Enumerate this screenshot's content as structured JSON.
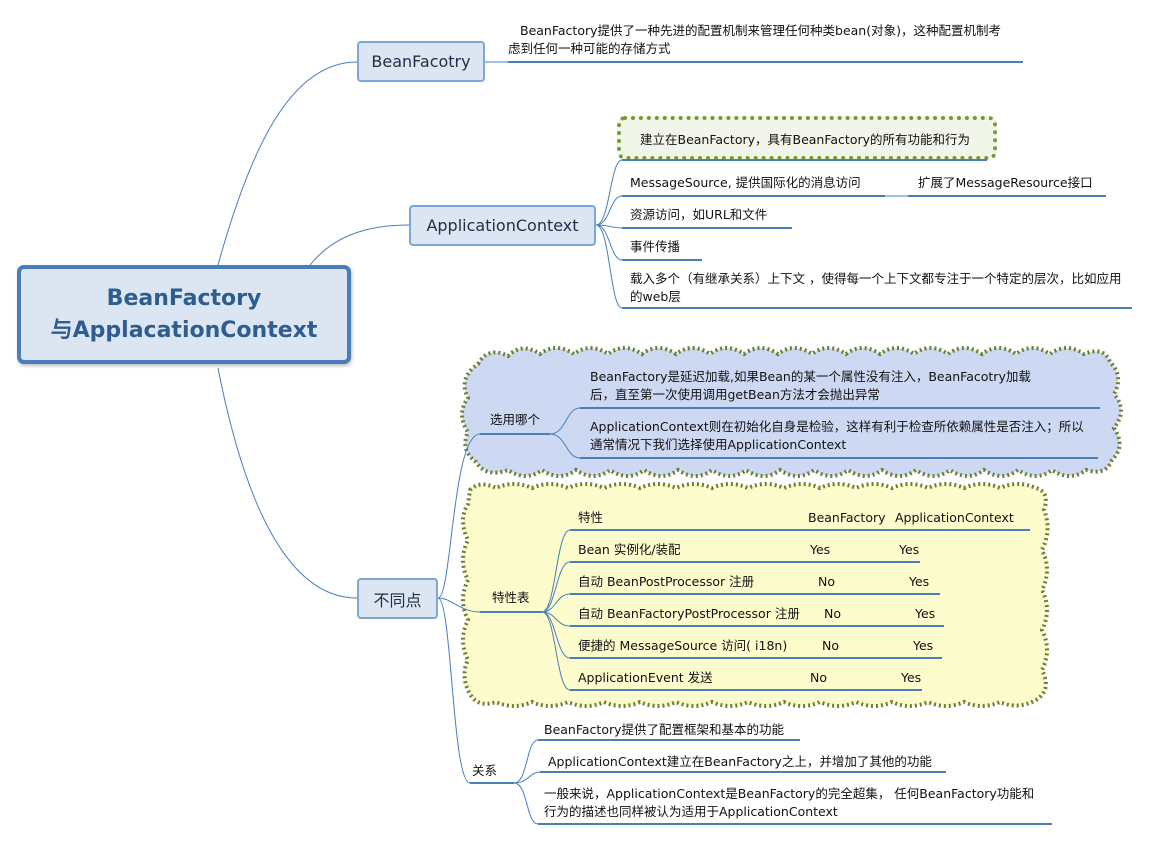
{
  "root": {
    "line1": "BeanFactory",
    "line2": "与ApplacationContext"
  },
  "branch_beanfactory": {
    "label": "BeanFacotry",
    "desc_line1": "BeanFactory提供了一种先进的配置机制来管理任何种类bean(对象)，这种配置机制考",
    "desc_line2": "虑到任何一种可能的存储方式"
  },
  "branch_appcontext": {
    "label": "ApplicationContext",
    "items": [
      "建立在BeanFactory，具有BeanFactory的所有功能和行为",
      "MessageSource, 提供国际化的消息访问",
      "资源访问，如URL和文件",
      "事件传播",
      "载入多个（有继承关系）上下文 ，使得每一个上下文都专注于一个特定的层次，比如应用的web层"
    ],
    "sub_note": "扩展了MessageResource接口"
  },
  "branch_diff": {
    "label": "不同点",
    "choose": {
      "label": "选用哪个",
      "items": [
        "BeanFactory是延迟加载,如果Bean的某一个属性没有注入，BeanFacotry加载后，直至第一次使用调用getBean方法才会抛出异常",
        "ApplicationContext则在初始化自身是检验，这样有利于检查所依赖属性是否注入；所以通常情况下我们选择使用ApplicationContext"
      ]
    },
    "table": {
      "label": "特性表",
      "header": [
        "特性",
        "BeanFactory",
        "ApplicationContext"
      ],
      "rows": [
        [
          "Bean 实例化/装配",
          "Yes",
          "Yes"
        ],
        [
          "自动 BeanPostProcessor 注册",
          "No",
          "Yes"
        ],
        [
          "自动 BeanFactoryPostProcessor 注册",
          "No",
          "Yes"
        ],
        [
          "便捷的 MessageSource 访问( i18n)",
          "No",
          "Yes"
        ],
        [
          "ApplicationEvent 发送",
          "No",
          "Yes"
        ]
      ]
    },
    "relation": {
      "label": "关系",
      "items": [
        "BeanFactory提供了配置框架和基本的功能",
        "ApplicationContext建立在BeanFactory之上，并增加了其他的功能",
        "一般来说，ApplicationContext是BeanFactory的完全超集， 任何BeanFactory功能和行为的描述也同样被认为适用于ApplicationContext"
      ]
    }
  },
  "colors": {
    "line": "#4a7ebb",
    "node_fill": "#dce6f2",
    "cloud_blue_fill": "#cdd9f3",
    "cloud_yellow_fill": "#fcfccd",
    "cloud_border": "#6b7f2c"
  }
}
